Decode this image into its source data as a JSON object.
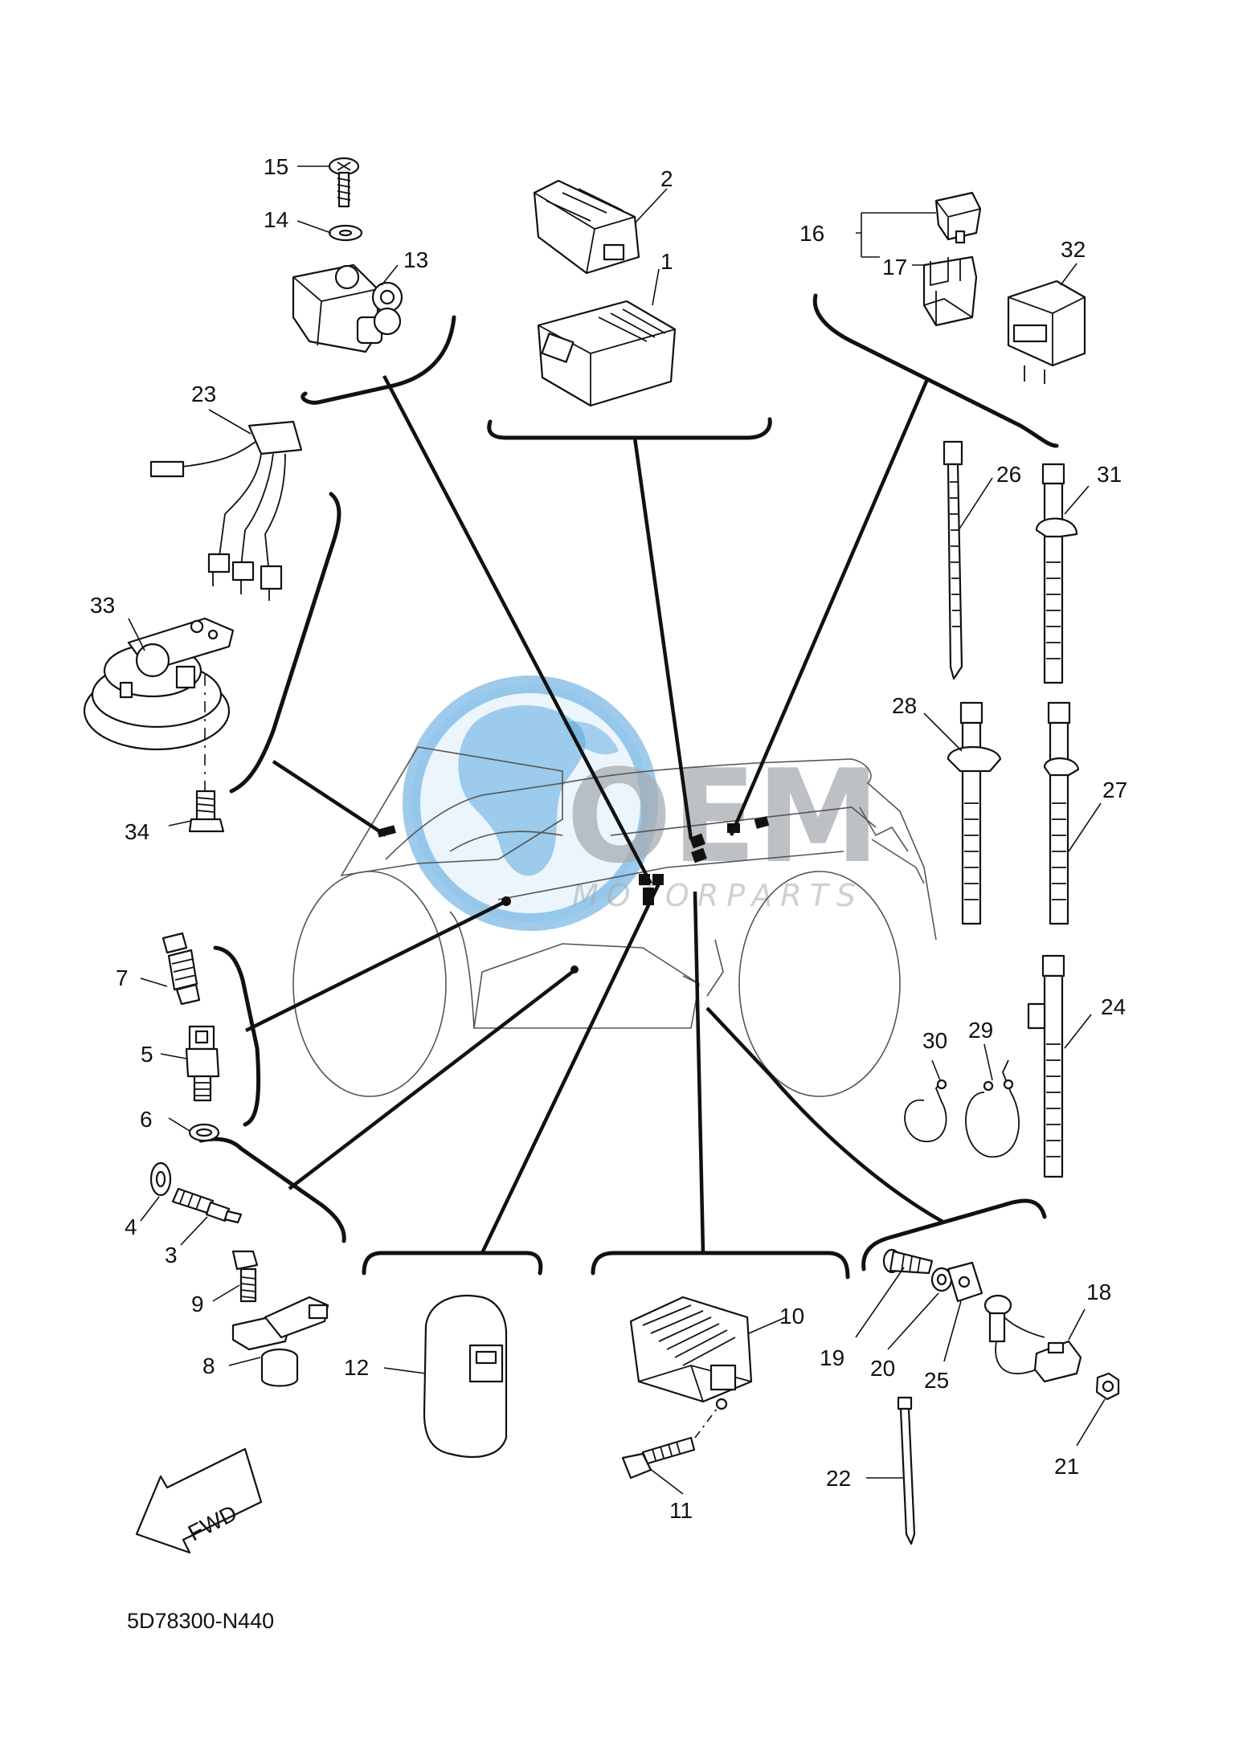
{
  "diagram_code": "5D78300-N440",
  "direction_arrow": "FWD",
  "watermark": {
    "brand": "OEM",
    "sub": "MOTORPARTS",
    "colors": {
      "globe": "#2f8fd6",
      "text": "#9ea4aa"
    }
  },
  "callouts": {
    "1": "1",
    "2": "2",
    "3": "3",
    "4": "4",
    "5": "5",
    "6": "6",
    "7": "7",
    "8": "8",
    "9": "9",
    "10": "10",
    "11": "11",
    "12": "12",
    "13": "13",
    "14": "14",
    "15": "15",
    "16": "16",
    "17": "17",
    "18": "18",
    "19": "19",
    "20": "20",
    "21": "21",
    "22": "22",
    "23": "23",
    "24": "24",
    "25": "25",
    "26": "26",
    "27": "27",
    "28": "28",
    "29": "29",
    "30": "30",
    "31": "31",
    "32": "32",
    "33": "33",
    "34": "34"
  }
}
